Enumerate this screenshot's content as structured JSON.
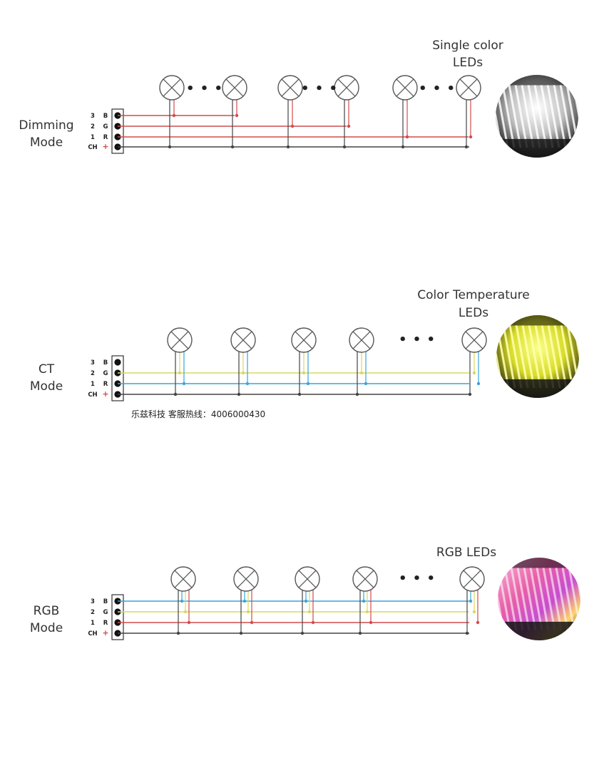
{
  "colors": {
    "wire_black": "#444444",
    "wire_red": "#d24b4b",
    "wire_yellow": "#d8d861",
    "wire_blue": "#3aa4dc",
    "lamp_stroke": "#555555"
  },
  "diagrams": [
    {
      "id": "dimming",
      "mode_label": [
        "Dimming",
        "Mode"
      ],
      "caption": [
        "Single color",
        "LEDs"
      ],
      "photo_theme": "white",
      "pins": [
        {
          "num": "3",
          "letter": "B"
        },
        {
          "num": "2",
          "letter": "G"
        },
        {
          "num": "1",
          "letter": "R"
        },
        {
          "num": "CH",
          "letter": "+"
        }
      ],
      "lamp_channels": [
        [
          "B"
        ],
        [
          "B"
        ],
        [
          "G"
        ],
        [
          "G"
        ],
        [
          "R"
        ],
        [
          "R"
        ]
      ],
      "ellipsis": "• • •",
      "wire_color_map": {
        "B": "red",
        "G": "red",
        "R": "red"
      }
    },
    {
      "id": "ct",
      "mode_label": [
        "CT",
        "Mode"
      ],
      "caption": [
        "Color Temperature",
        "LEDs"
      ],
      "photo_theme": "yellow",
      "pins": [
        {
          "num": "3",
          "letter": "B"
        },
        {
          "num": "2",
          "letter": "G"
        },
        {
          "num": "1",
          "letter": "R"
        },
        {
          "num": "CH",
          "letter": "+"
        }
      ],
      "lamp_channels": [
        [
          "G",
          "R"
        ],
        [
          "G",
          "R"
        ],
        [
          "G",
          "R"
        ],
        [
          "G",
          "R"
        ],
        [
          "G",
          "R"
        ]
      ],
      "ellipsis": "• • •",
      "wire_color_map": {
        "G": "yellow",
        "R": "blue"
      }
    },
    {
      "id": "rgb",
      "mode_label": [
        "RGB",
        "Mode"
      ],
      "caption": [
        "RGB LEDs"
      ],
      "photo_theme": "rgb",
      "pins": [
        {
          "num": "3",
          "letter": "B"
        },
        {
          "num": "2",
          "letter": "G"
        },
        {
          "num": "1",
          "letter": "R"
        },
        {
          "num": "CH",
          "letter": "+"
        }
      ],
      "lamp_channels": [
        [
          "B",
          "G",
          "R"
        ],
        [
          "B",
          "G",
          "R"
        ],
        [
          "B",
          "G",
          "R"
        ],
        [
          "B",
          "G",
          "R"
        ],
        [
          "B",
          "G",
          "R"
        ]
      ],
      "ellipsis": "• • •",
      "wire_color_map": {
        "B": "blue",
        "G": "yellow",
        "R": "red"
      }
    }
  ],
  "watermark": "乐兹科技 客服热线：4006000430"
}
